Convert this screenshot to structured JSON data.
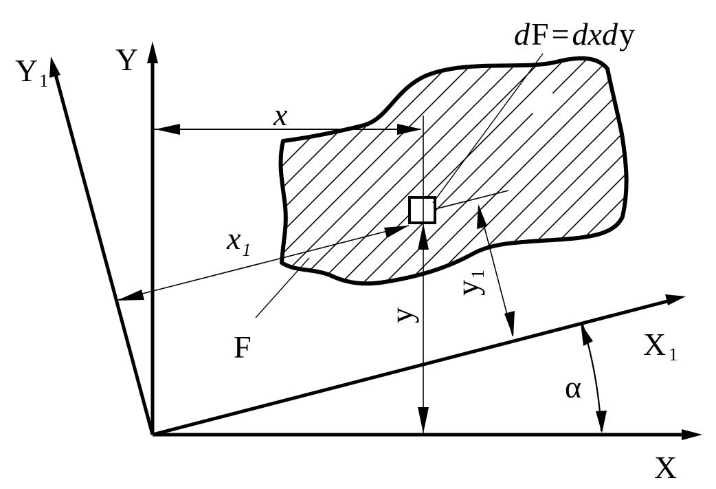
{
  "formula": {
    "d1": "d",
    "F": "F",
    "eq": "=",
    "d2": "d",
    "x": "x",
    "d3": "d",
    "y": "y"
  },
  "axes": {
    "x": "X",
    "y": "Y",
    "x1": "X",
    "x1_sub": "1",
    "y1": "Y",
    "y1_sub": "1"
  },
  "dims": {
    "x": "x",
    "x1": "x",
    "x1_sub": "1",
    "y": "y",
    "y1": "y",
    "y1_sub": "1"
  },
  "region_label": "F",
  "angle_label": "α"
}
